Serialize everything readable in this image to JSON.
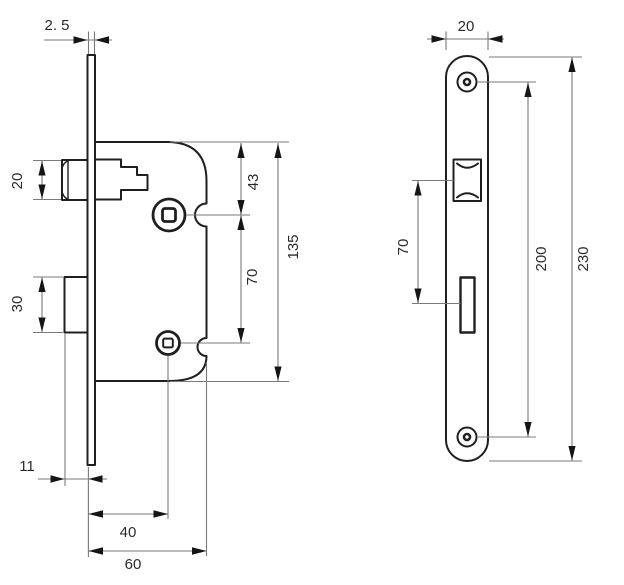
{
  "drawing": {
    "background": "#ffffff",
    "outline_color": "#1f1f1f",
    "dimension_line_color": "#7a7a7a",
    "arrow_color": "#151515",
    "text_color": "#2a2a2a",
    "views": {
      "side": {
        "title": "lock case side view",
        "dims": {
          "faceplate_thickness": "2. 5",
          "latch_height": "20",
          "deadbolt_height": "30",
          "deadbolt_projection": "11",
          "backset": "40",
          "case_depth": "60",
          "top_to_spindle": "43",
          "spindle_to_keyhole": "70",
          "case_height": "135"
        }
      },
      "front": {
        "title": "faceplate front view",
        "dims": {
          "faceplate_width": "20",
          "latch_to_deadbolt": "70",
          "screw_spacing": "200",
          "faceplate_height": "230"
        }
      }
    }
  }
}
